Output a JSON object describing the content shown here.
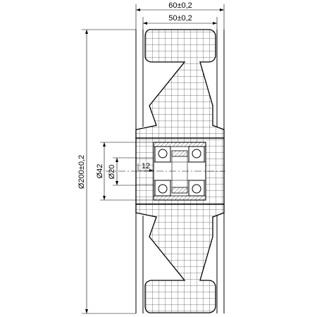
{
  "drawing": {
    "dimensions": {
      "tread_outer_width": "60±0,2",
      "tread_inner_width": "50±0,2",
      "wheel_diameter": "Ø200±0,2",
      "hub_diameter": "Ø42",
      "bore_diameter": "Ø20",
      "bearing_width": "12"
    }
  }
}
